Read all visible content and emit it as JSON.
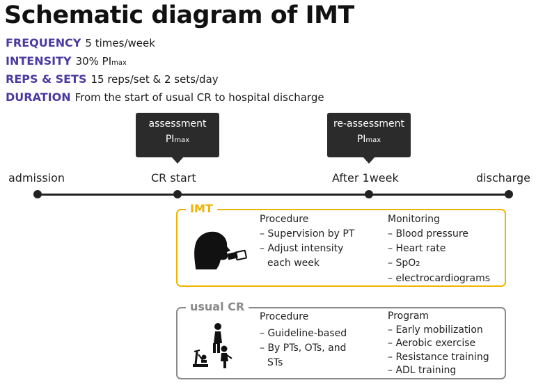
{
  "title": "Schematic diagram of IMT",
  "params": [
    {
      "label": "FREQUENCY",
      "value": "5 times/week"
    },
    {
      "label": "INTENSITY",
      "value": "30% PI",
      "value_sub": "max"
    },
    {
      "label": "REPS & SETS",
      "value": "15 reps/set & 2 sets/day"
    },
    {
      "label": "DURATION",
      "value": "From the start of usual CR to hospital discharge"
    }
  ],
  "callouts": [
    {
      "line1": "assessment",
      "line2": "PI",
      "line2_sub": "max"
    },
    {
      "line1": "re-assessment",
      "line2": "PI",
      "line2_sub": "max"
    }
  ],
  "timeline": [
    "admission",
    "CR start",
    "After 1week",
    "discharge"
  ],
  "imt": {
    "title": "IMT",
    "procedure_head": "Procedure",
    "procedure": [
      "– Supervision by PT",
      "– Adjust intensity",
      "each week"
    ],
    "monitoring_head": "Monitoring",
    "monitoring": [
      "– Blood pressure",
      "– Heart rate",
      "– SpO",
      "– electrocardiograms"
    ],
    "spo2_sub": "2"
  },
  "usual_cr": {
    "title": "usual CR",
    "procedure_head": "Procedure",
    "procedure": [
      "– Guideline-based",
      "– By PTs, OTs, and",
      "STs"
    ],
    "program_head": "Program",
    "program": [
      "– Early mobilization",
      "– Aerobic exercise",
      "– Resistance training",
      "– ADL training"
    ]
  },
  "colors": {
    "param_label": "#4b3aa0",
    "imt_accent": "#f0b400",
    "cr_accent": "#8a8a8a",
    "callout_bg": "#2b2b2b"
  }
}
